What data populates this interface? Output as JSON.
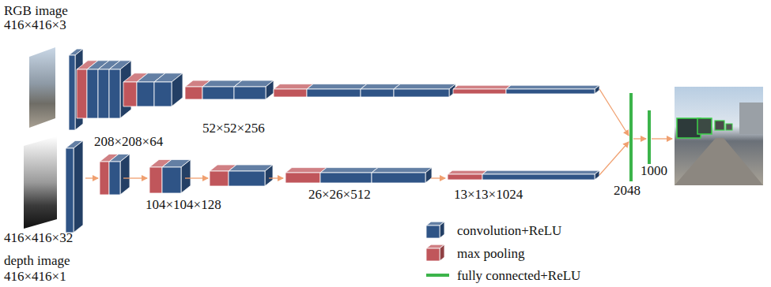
{
  "diagram": {
    "labels": [
      "RGB image",
      "416×416×3",
      "208×208×64",
      "52×52×256",
      "104×104×128",
      "26×26×512",
      "13×13×1024",
      "416×416×32",
      "depth image",
      "416×416×1",
      "2048",
      "1000"
    ],
    "legend": [
      {
        "text": "convolution+ReLU",
        "color": "#2f5486"
      },
      {
        "text": "max pooling",
        "color": "#c0565b"
      },
      {
        "text": "fully connected+ReLU"
      }
    ]
  }
}
